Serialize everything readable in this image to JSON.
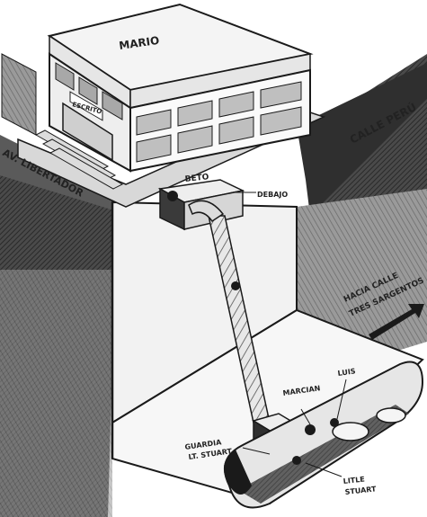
{
  "labels": {
    "building": "MARIO",
    "door_sign": "ESCRITO",
    "beto": "BETO",
    "debajo": "DEBAJO",
    "street_left": "AV. LIBERTADOR",
    "street_right": "CALLE PERÚ",
    "direction_line1": "HACIA CALLE",
    "direction_line2": "TRES SARGENTOS",
    "marcian": "MARCIAN",
    "luis": "LUIS",
    "guardia_line1": "GUARDIA",
    "guardia_line2": "LT. STUART",
    "little_line1": "LITLE",
    "little_line2": "STUART"
  },
  "colors": {
    "ink": "#1a1a1a",
    "dark_ground": "#3d3d3d",
    "mid_ground": "#7a7a7a",
    "light_wall": "#f2f2f2",
    "paper": "#ffffff"
  }
}
